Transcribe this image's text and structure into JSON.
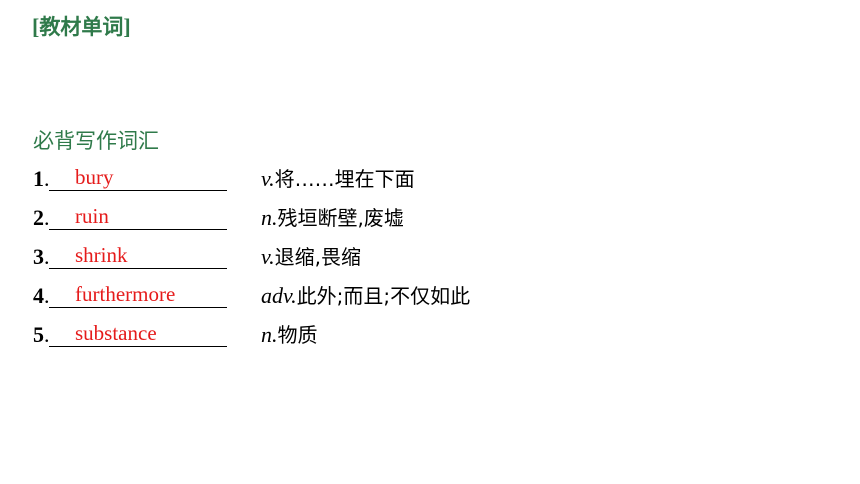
{
  "header": {
    "open_bracket": "[",
    "title": "教材单词",
    "close_bracket": "]"
  },
  "section": {
    "title": "必背写作词汇"
  },
  "colors": {
    "heading_green": "#2f7a4a",
    "answer_red": "#e51b1b",
    "text_black": "#000000"
  },
  "words": [
    {
      "number": "1",
      "answer": "bury",
      "pos": "v.",
      "meaning": "将……埋在下面"
    },
    {
      "number": "2",
      "answer": "ruin",
      "pos": "n.",
      "meaning": "残垣断壁,废墟"
    },
    {
      "number": "3",
      "answer": "shrink",
      "pos": "v.",
      "meaning": "退缩,畏缩"
    },
    {
      "number": "4",
      "answer": "furthermore",
      "pos": "adv.",
      "meaning": "此外;而且;不仅如此"
    },
    {
      "number": "5",
      "answer": "substance",
      "pos": "n.",
      "meaning": "物质"
    }
  ]
}
